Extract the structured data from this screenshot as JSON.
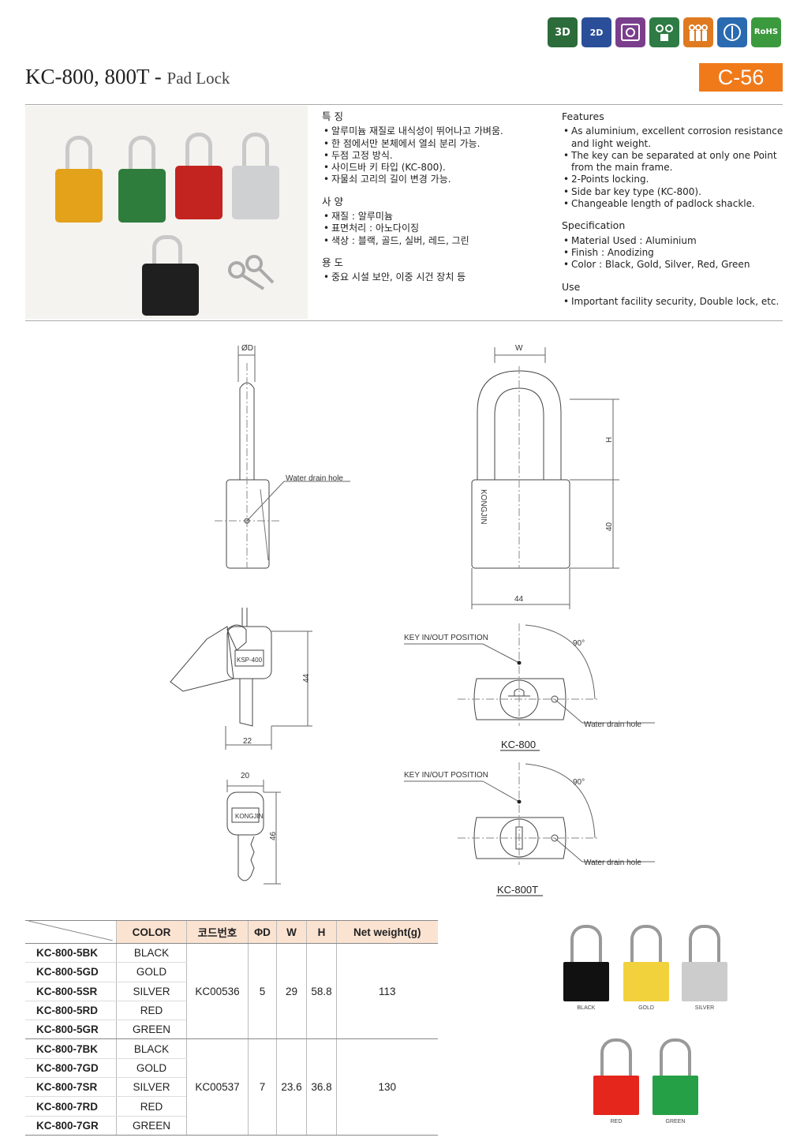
{
  "header": {
    "icons": [
      {
        "name": "3d-icon",
        "label": "3D"
      },
      {
        "name": "2d-icon",
        "label": "2D"
      },
      {
        "name": "material-icon",
        "label": ""
      },
      {
        "name": "maintenance-icon",
        "label": ""
      },
      {
        "name": "key-icon",
        "label": ""
      },
      {
        "name": "dimension-icon",
        "label": ""
      },
      {
        "name": "rohs-icon",
        "label": "RoHS"
      }
    ],
    "title_main": "KC-800, 800T",
    "title_sep": " - ",
    "title_sub": "Pad Lock",
    "page_code": "C-56"
  },
  "specs_ko": {
    "features_title": "특 징",
    "features": [
      "알루미늄 재질로 내식성이 뛰어나고 가벼움.",
      "한 점에서만 본체에서 열쇠 분리 가능.",
      "두점 고정 방식.",
      "사이드바 키 타입 (KC-800).",
      "자물쇠 고리의 길이 변경 가능."
    ],
    "spec_title": "사 양",
    "spec": [
      "재질 : 알루미늄",
      "표면처리 : 아노다이징",
      "색상 : 블랙, 골드, 실버, 레드, 그린"
    ],
    "use_title": "용 도",
    "use": [
      "중요 시설 보안, 이중 시건 장치 등"
    ]
  },
  "specs_en": {
    "features_title": "Features",
    "features": [
      "As aluminium, excellent corrosion resistance and light weight.",
      "The key can be separated at only one Point from the main frame.",
      "2-Points locking.",
      "Side bar key type (KC-800).",
      "Changeable length of padlock shackle."
    ],
    "spec_title": "Specification",
    "spec": [
      "Material Used : Aluminium",
      "Finish : Anodizing",
      "Color : Black, Gold, Silver, Red, Green"
    ],
    "use_title": "Use",
    "use": [
      "Important facility security, Double lock, etc."
    ]
  },
  "drawing": {
    "phi_d": "ØD",
    "w": "W",
    "h": "H",
    "dim_40": "40",
    "dim_44": "44",
    "water_drain": "Water drain hole",
    "brand": "KONGJIN",
    "key_dim_44": "44",
    "key_dim_22": "22",
    "key_model": "KSP-400",
    "key2_dim_20": "20",
    "key2_dim_46": "46",
    "key_in_out": "KEY IN/OUT POSITION",
    "angle": "90°",
    "caption_800": "KC-800",
    "caption_800t": "KC-800T"
  },
  "table": {
    "headers": [
      "COLOR",
      "코드번호",
      "ΦD",
      "W",
      "H",
      "Net weight(g)"
    ],
    "groups": [
      {
        "code": "KC00536",
        "d": "5",
        "w": "29",
        "h": "58.8",
        "weight": "113",
        "rows": [
          {
            "model": "KC-800-5BK",
            "color": "BLACK"
          },
          {
            "model": "KC-800-5GD",
            "color": "GOLD"
          },
          {
            "model": "KC-800-5SR",
            "color": "SILVER"
          },
          {
            "model": "KC-800-5RD",
            "color": "RED"
          },
          {
            "model": "KC-800-5GR",
            "color": "GREEN"
          }
        ]
      },
      {
        "code": "KC00537",
        "d": "7",
        "w": "23.6",
        "h": "36.8",
        "weight": "130",
        "rows": [
          {
            "model": "KC-800-7BK",
            "color": "BLACK"
          },
          {
            "model": "KC-800-7GD",
            "color": "GOLD"
          },
          {
            "model": "KC-800-7SR",
            "color": "SILVER"
          },
          {
            "model": "KC-800-7RD",
            "color": "RED"
          },
          {
            "model": "KC-800-7GR",
            "color": "GREEN"
          }
        ]
      }
    ]
  },
  "swatches": [
    {
      "name": "BLACK",
      "color": "#111111"
    },
    {
      "name": "GOLD",
      "color": "#f2d23c"
    },
    {
      "name": "SILVER",
      "color": "#cccccc"
    },
    {
      "name": "RED",
      "color": "#e4261c"
    },
    {
      "name": "GREEN",
      "color": "#26a046"
    }
  ],
  "photo_colors": [
    "#e3a21a",
    "#2f7d3c",
    "#c4241f",
    "#cfd0d2",
    "#1f1f1f"
  ]
}
